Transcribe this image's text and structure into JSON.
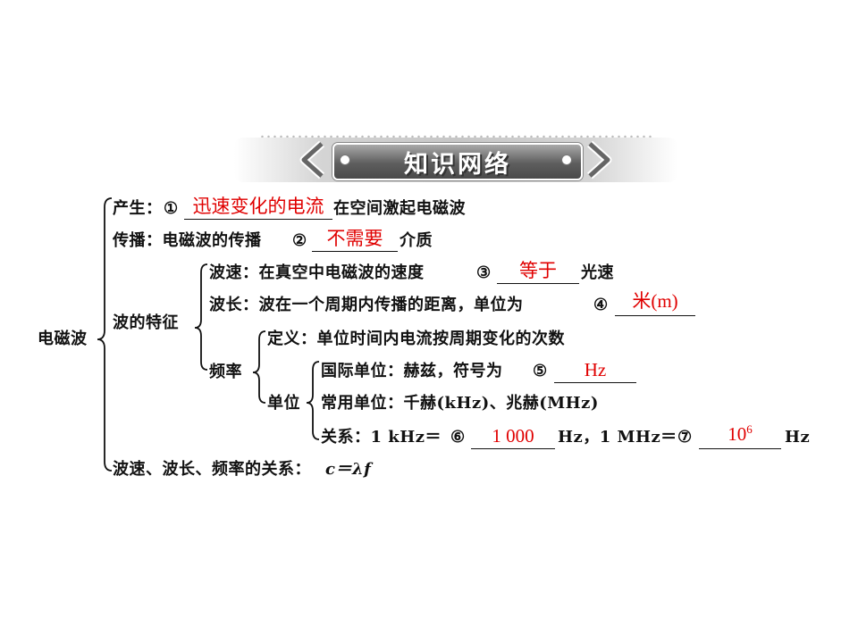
{
  "banner": {
    "title": "知识网络"
  },
  "map": {
    "root": "电磁波",
    "l1_0_label": "产生：",
    "l1_0_num": "①",
    "l1_0_after": "在空间激起电磁波",
    "l1_1_label": "传播：电磁波的传播",
    "l1_1_num": "②",
    "l1_1_after": "介质",
    "l1_2_label": "波的特征",
    "speed_label": "波速：在真空中电磁波的速度",
    "speed_num": "③",
    "speed_after": "光速",
    "wavelength_label": "波长：波在一个周期内传播的距离，单位为",
    "wavelength_num": "④",
    "frequency_label": "频率",
    "definition": "定义：单位时间内电流按周期变化的次数",
    "unit_label": "单位",
    "si_label": "国际单位：赫兹，符号为",
    "si_num": "⑤",
    "common_label": "常用单位：千赫(kHz)、兆赫(MHz)",
    "relation_label": "关系：1 kHz＝",
    "relation_num6": "⑥",
    "relation_mid": "Hz，1 MHz＝",
    "relation_num7": "⑦",
    "relation_unit": "Hz",
    "l1_3_label": "波速、波长、频率的关系：",
    "formula": "c＝λf"
  },
  "answers": {
    "a1": "迅速变化的电流",
    "a2": "不需要",
    "a3": "等于",
    "a4": "米(m)",
    "a5": "Hz",
    "a6": "1 000",
    "a7_base": "10",
    "a7_exp": "6"
  },
  "colors": {
    "answer": "#e00000",
    "text": "#111111",
    "banner": "#555555"
  }
}
